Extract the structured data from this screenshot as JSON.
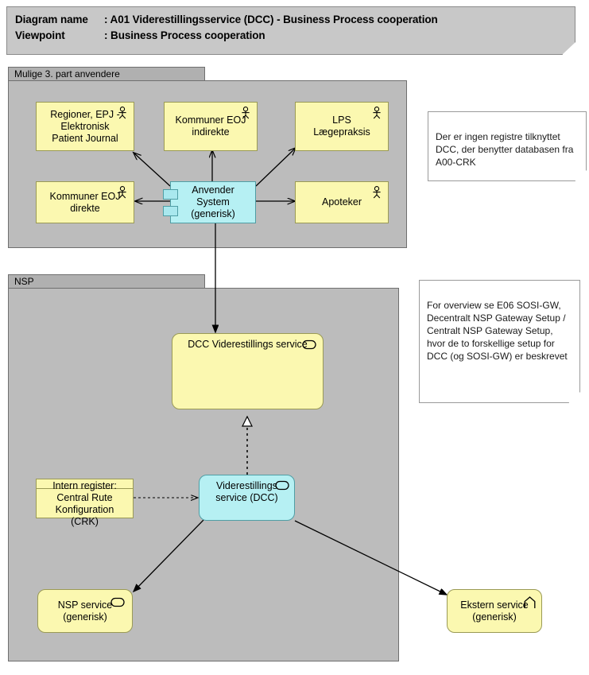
{
  "header": {
    "line1_key": "Diagram name",
    "line1_sep": ": ",
    "line1_value": "A01 Viderestillingsservice (DCC) - Business Process cooperation",
    "line2_key": "Viewpoint",
    "line2_sep": ": ",
    "line2_value": "Business Process cooperation"
  },
  "groups": [
    {
      "id": "mulige",
      "label": "Mulige 3. part anvendere"
    },
    {
      "id": "nsp",
      "label": "NSP"
    }
  ],
  "nodes": {
    "regioner": {
      "label": "Regioner, EPJ -\nElektronisk\nPatient Journal",
      "icon": "actor-icon",
      "type": "business-actor"
    },
    "kommuner_ind": {
      "label": "Kommuner EOJ\nindirekte",
      "icon": "actor-icon",
      "type": "business-actor"
    },
    "lps": {
      "label": "LPS\nLægepraksis",
      "icon": "actor-icon",
      "type": "business-actor"
    },
    "kommuner_dir": {
      "label": "Kommuner EOJ\ndirekte",
      "icon": "actor-icon",
      "type": "business-actor"
    },
    "apoteker": {
      "label": "Apoteker",
      "icon": "actor-icon",
      "type": "business-actor"
    },
    "anvender": {
      "label": "Anvender System\n(generisk)",
      "icon": "component-icon",
      "type": "application-component"
    },
    "dcc_service": {
      "label": "DCC Viderestillings service",
      "icon": "service-icon",
      "type": "business-service"
    },
    "vid_service": {
      "label": "Viderestillings\nservice (DCC)",
      "icon": "service-icon",
      "type": "application-service"
    },
    "intern_reg": {
      "label": "Intern register:\nCentral Rute\nKonfiguration (CRK)",
      "icon": "register-icon",
      "type": "data-object"
    },
    "nsp_service": {
      "label": "NSP service\n(generisk)",
      "icon": "service-icon",
      "type": "business-service"
    },
    "ekstern_service": {
      "label": "Ekstern service\n(generisk)",
      "icon": "interaction-icon",
      "type": "business-interaction"
    }
  },
  "notes": {
    "crk": "Der er ingen registre tilknyttet DCC, der benytter databasen fra A00-CRK",
    "sosi": "For overview se E06 SOSI-GW, Decentralt NSP Gateway Setup / Centralt NSP Gateway Setup, hvor de to forskellige setup for DCC (og SOSI-GW) er beskrevet"
  },
  "colors": {
    "actor_fill": "#fbf8b0",
    "actor_stroke": "#9a9a55",
    "component_fill": "#b6f0f3",
    "component_stroke": "#4f9ea5",
    "group_fill": "#bcbcbc",
    "group_tab_fill": "#b0b0b0",
    "banner_fill": "#c8c8c8",
    "note_fill": "#ffffff",
    "line": "#000000"
  },
  "relations": [
    {
      "from": "anvender",
      "to": "regioner",
      "style": "solid-arrow"
    },
    {
      "from": "anvender",
      "to": "kommuner_ind",
      "style": "solid-arrow"
    },
    {
      "from": "anvender",
      "to": "lps",
      "style": "solid-arrow"
    },
    {
      "from": "anvender",
      "to": "kommuner_dir",
      "style": "solid-arrow"
    },
    {
      "from": "anvender",
      "to": "apoteker",
      "style": "solid-arrow"
    },
    {
      "from": "anvender",
      "to": "dcc_service",
      "style": "solid-arrow"
    },
    {
      "from": "vid_service",
      "to": "dcc_service",
      "style": "dashed-realization"
    },
    {
      "from": "intern_reg",
      "to": "vid_service",
      "style": "dashed-arrow"
    },
    {
      "from": "vid_service",
      "to": "nsp_service",
      "style": "solid-arrow"
    },
    {
      "from": "vid_service",
      "to": "ekstern_service",
      "style": "solid-arrow"
    }
  ]
}
